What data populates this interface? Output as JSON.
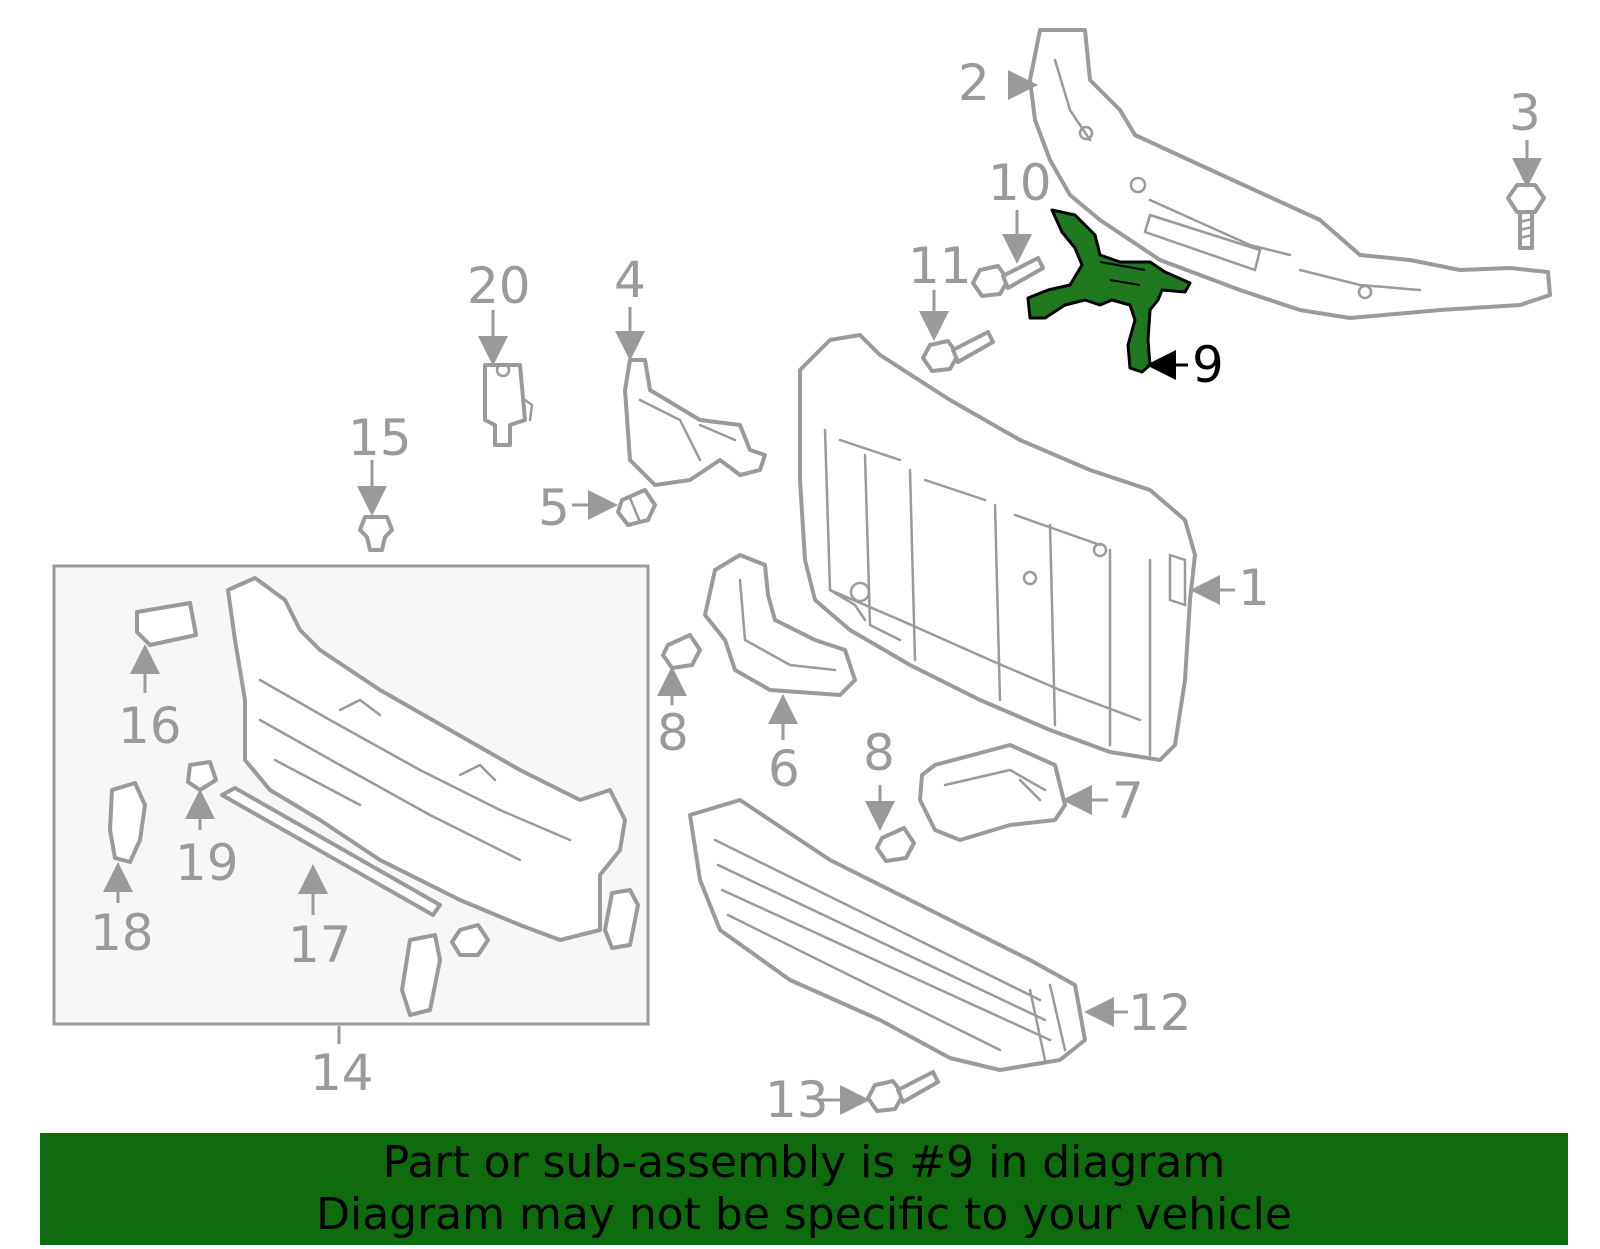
{
  "diagram": {
    "highlight_color": "#1f7a1f",
    "highlighted_part": "9",
    "callouts": {
      "c1": "1",
      "c2": "2",
      "c3": "3",
      "c4": "4",
      "c5": "5",
      "c6": "6",
      "c7": "7",
      "c8a": "8",
      "c8b": "8",
      "c9": "9",
      "c10": "10",
      "c11": "11",
      "c12": "12",
      "c13": "13",
      "c14": "14",
      "c15": "15",
      "c16": "16",
      "c17": "17",
      "c18": "18",
      "c19": "19",
      "c20": "20"
    }
  },
  "banner": {
    "line1": "Part or sub-assembly is #9 in diagram",
    "line2": "Diagram may not be specific to your vehicle",
    "background": "#0e6b0e"
  }
}
